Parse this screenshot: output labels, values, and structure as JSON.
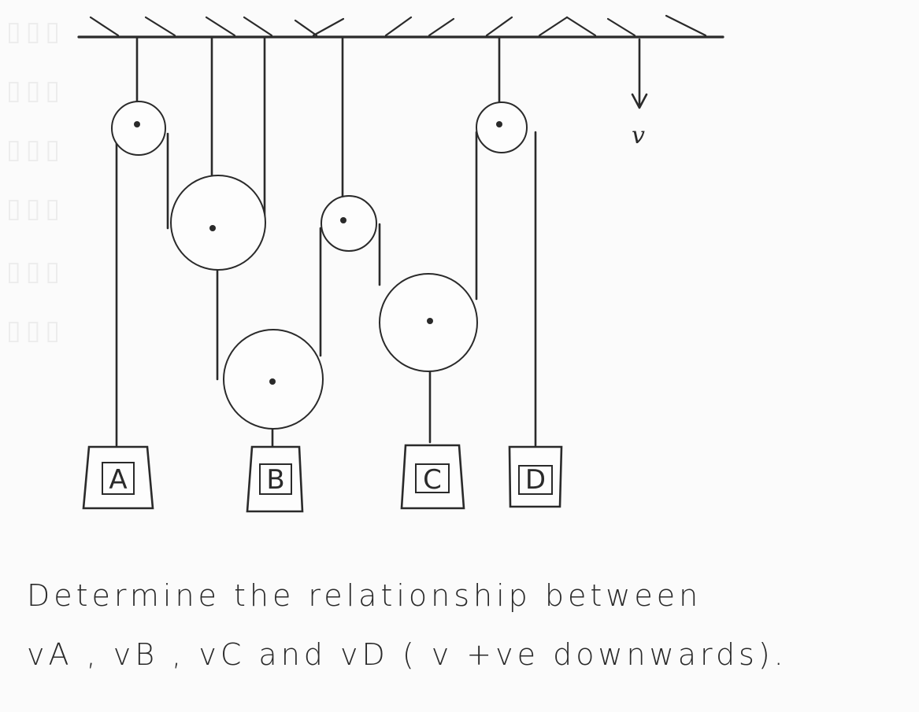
{
  "diagram": {
    "blocks": [
      {
        "id": "A",
        "label": "A"
      },
      {
        "id": "B",
        "label": "B"
      },
      {
        "id": "C",
        "label": "C"
      },
      {
        "id": "D",
        "label": "D"
      }
    ],
    "velocity_arrow_label": "v"
  },
  "caption": {
    "line1": "Determine the relationship between",
    "line2": "vA , vB , vC and vD  ( v +ve downwards)."
  },
  "colors": {
    "ink": "#2a2a2a",
    "paper": "#fbfbfb"
  }
}
